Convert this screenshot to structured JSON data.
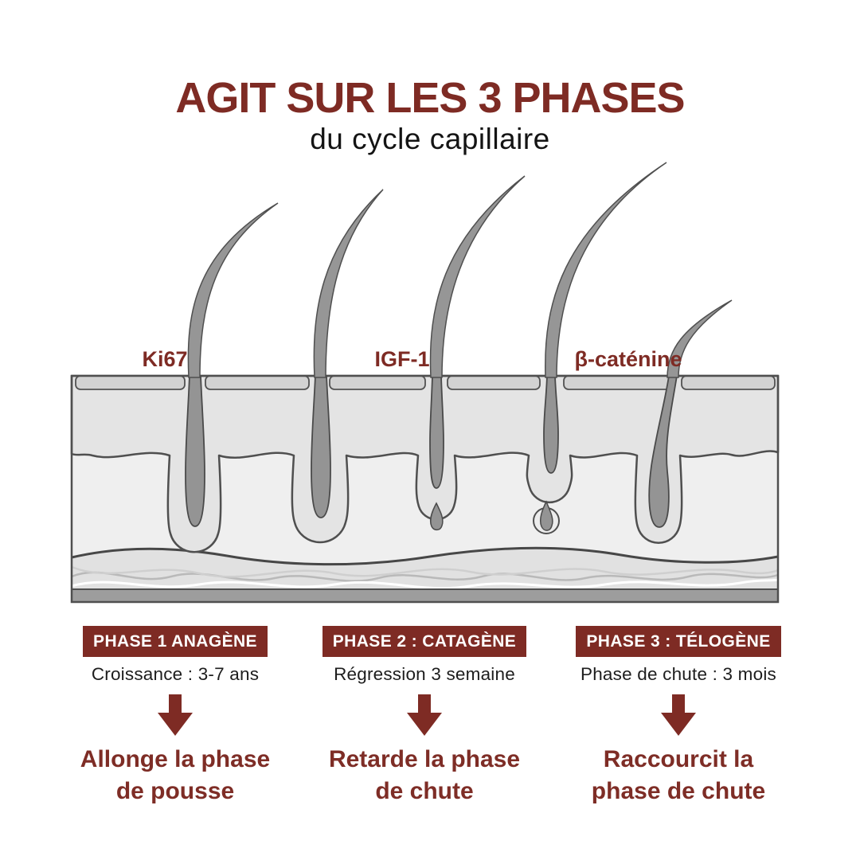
{
  "header": {
    "title": "AGIT SUR LES 3 PHASES",
    "subtitle": "du cycle capillaire"
  },
  "diagram": {
    "description": "Cross-section of skin with five hairs showing the hair growth cycle",
    "markers": [
      {
        "label": "Ki67"
      },
      {
        "label": "IGF-1"
      },
      {
        "label": "β-caténine"
      }
    ]
  },
  "phases": [
    {
      "badge": "PHASE 1 ANAGÈNE",
      "duration": "Croissance : 3-7 ans",
      "effect": [
        "Allonge la phase",
        "de pousse"
      ]
    },
    {
      "badge": "PHASE 2 : CATAGÈNE",
      "duration": "Régression 3 semaine",
      "effect": [
        "Retarde la phase",
        "de chute"
      ]
    },
    {
      "badge": "PHASE 3 : TÉLOGÈNE",
      "duration": "Phase de chute : 3 mois",
      "effect": [
        "Raccourcit la",
        "phase de chute"
      ]
    }
  ],
  "colors": {
    "accent": "#7e2b24",
    "text_dark": "#1d1d1d",
    "hair_gray": "#969696",
    "outline_gray": "#4f4f4f",
    "epidermis_gray": "#e4e4e4",
    "dermis_gray": "#efefef"
  }
}
